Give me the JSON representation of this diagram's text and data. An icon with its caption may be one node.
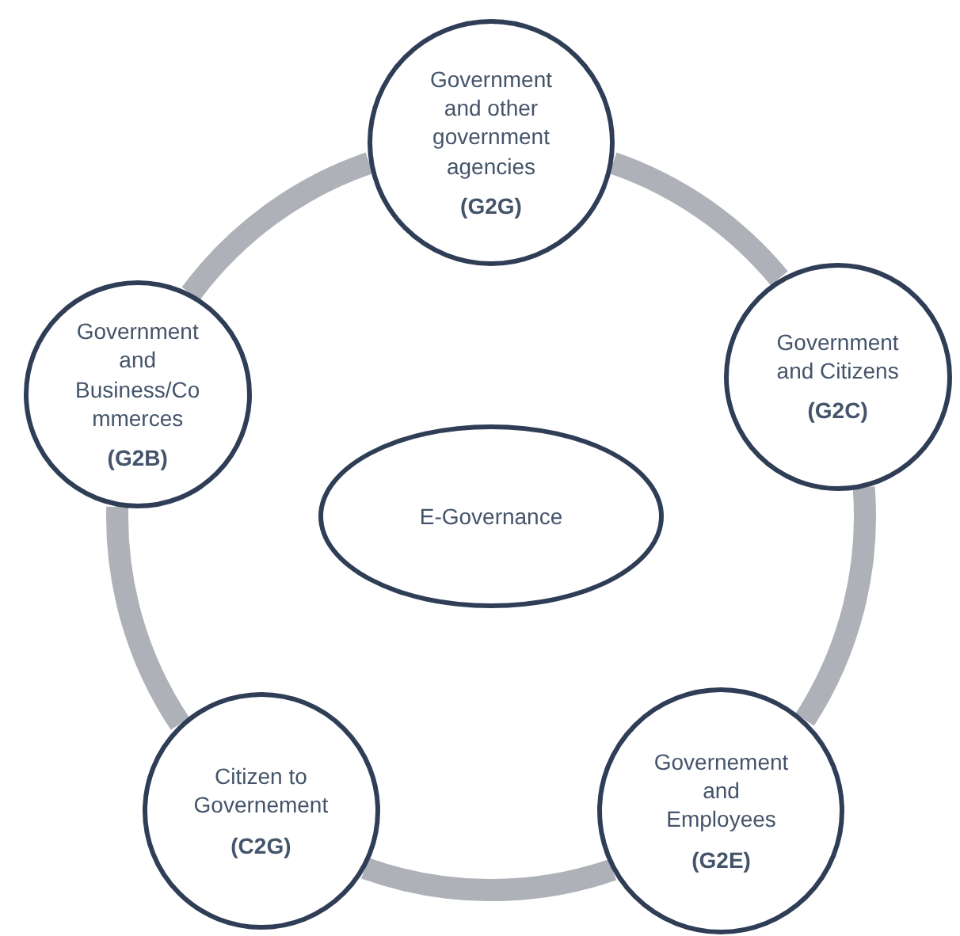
{
  "diagram": {
    "nodes": [
      {
        "text": [
          "Government and other government agencies",
          "(G2G)"
        ]
      },
      {
        "text": [
          "Government and Business/Commerces",
          "(G2B)"
        ]
      },
      {
        "text": [
          "Government and Citizens",
          "(G2C)"
        ]
      },
      {
        "text": [
          "E-Governance"
        ]
      },
      {
        "text": [
          "Citizen to Governement",
          "(C2G)"
        ]
      },
      {
        "text": [
          "Governement and Employees",
          "(G2E)"
        ]
      }
    ],
    "edges": [
      {
        "from": 0,
        "to": 2,
        "arrow": "none"
      },
      {
        "from": 2,
        "to": 5,
        "arrow": "none"
      },
      {
        "from": 5,
        "to": 4,
        "arrow": "none"
      },
      {
        "from": 4,
        "to": 1,
        "arrow": "none"
      },
      {
        "from": 1,
        "to": 0,
        "arrow": "none"
      }
    ]
  }
}
